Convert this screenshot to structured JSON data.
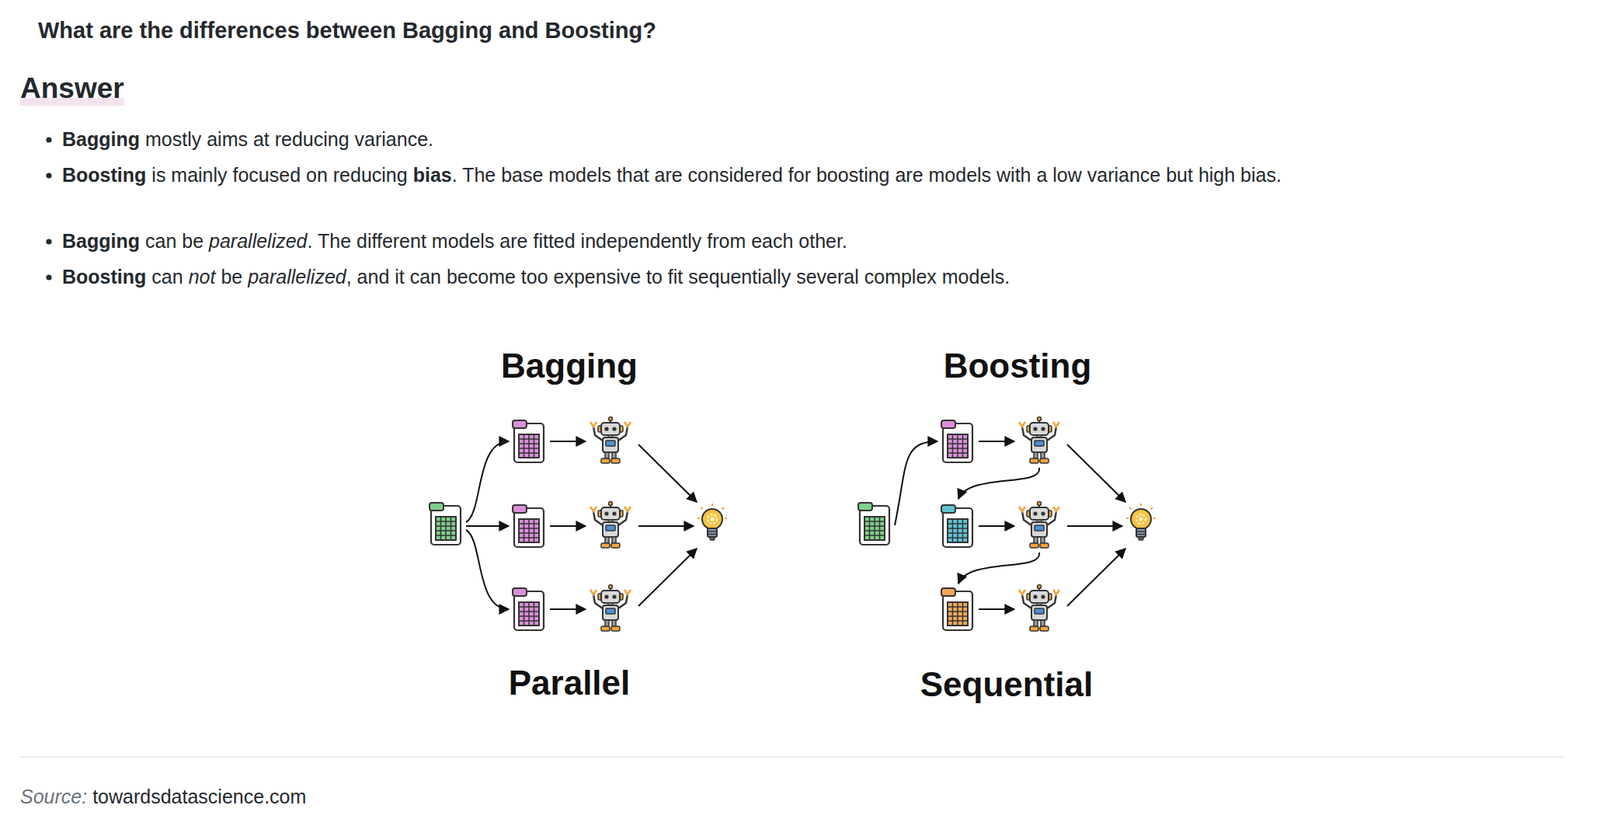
{
  "diagram": {
    "title": "What are the differences between Bagging and Boosting?",
    "labels": [
      "Answer",
      "Bagging",
      "mostly aims at reducing variance.",
      "Boosting",
      "is mainly focused on reducing",
      "bias",
      ". The base models that are considered for boosting are models with a low variance but high bias.",
      "Bagging",
      "can be",
      "parallelized",
      ". The different models are fitted independently from each other.",
      "Boosting",
      "can",
      "not",
      "be",
      "parallelized",
      ", and it can become too expensive to fit sequentially several complex models.",
      "Bagging",
      "Boosting",
      "Parallel",
      "Sequential",
      "Source:",
      "towardsdatascience.com"
    ]
  }
}
